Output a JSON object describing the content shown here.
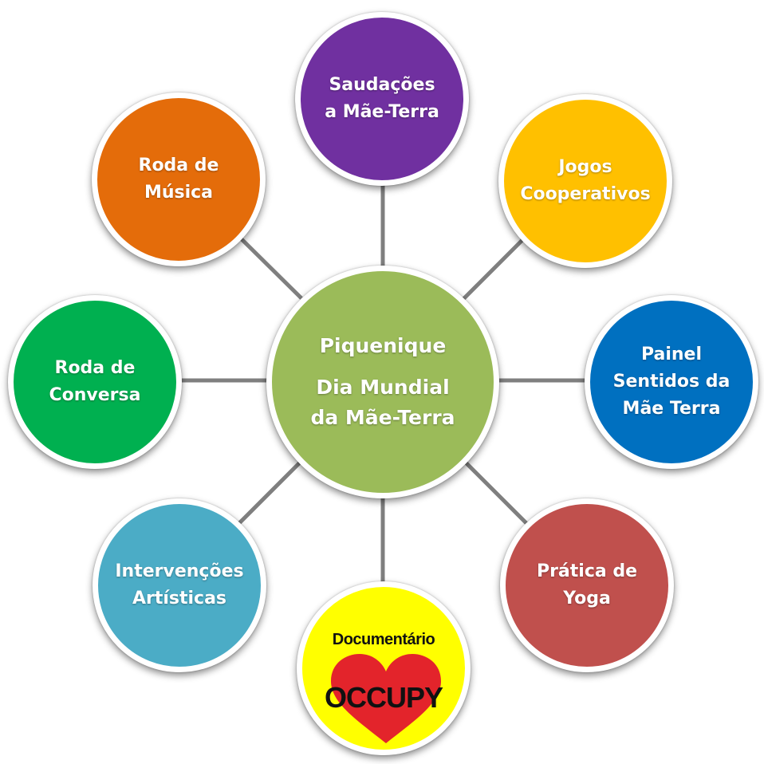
{
  "center": {
    "title": "Piquenique",
    "subtitle_lines": [
      "Dia Mundial",
      "da Mãe-Terra"
    ],
    "color": "#9BBB59"
  },
  "nodes": [
    {
      "id": "saudacoes",
      "lines": [
        "Saudações",
        "a Mãe-Terra"
      ],
      "color": "#7030A0"
    },
    {
      "id": "jogos",
      "lines": [
        "Jogos",
        "Cooperativos"
      ],
      "color": "#FFC000"
    },
    {
      "id": "painel",
      "lines": [
        "Painel",
        "Sentidos da",
        "Mãe Terra"
      ],
      "color": "#0070C0"
    },
    {
      "id": "yoga",
      "lines": [
        "Prática de",
        "Yoga"
      ],
      "color": "#C0504D"
    },
    {
      "id": "documentario",
      "title": "Documentário",
      "brand": "OCCUPY",
      "color": "#FFFF00",
      "heart_color": "#E3242B"
    },
    {
      "id": "intervencoes",
      "lines": [
        "Intervenções",
        "Artísticas"
      ],
      "color": "#4BACC6"
    },
    {
      "id": "conversa",
      "lines": [
        "Roda de",
        "Conversa"
      ],
      "color": "#00B050"
    },
    {
      "id": "musica",
      "lines": [
        "Roda de",
        "Música"
      ],
      "color": "#E46C0A"
    }
  ],
  "connector_color": "#7F7F7F"
}
